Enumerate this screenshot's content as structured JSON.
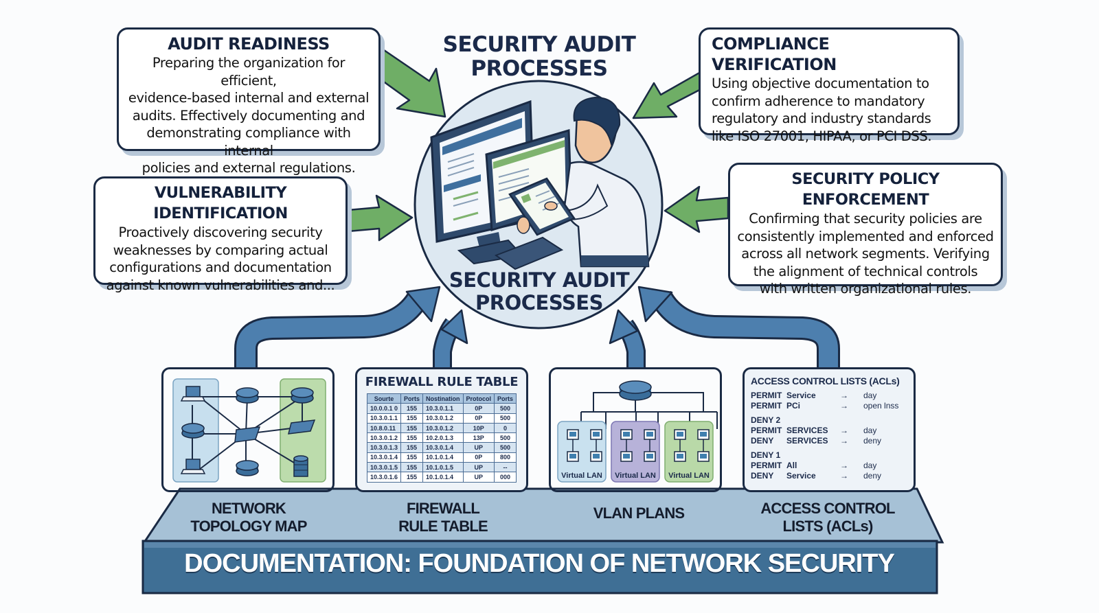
{
  "title": "SECURITY AUDIT PROCESSES",
  "center": {
    "title_top_line1": "SECURITY AUDIT",
    "title_top_line2": "PROCESSES",
    "circle_title_line1": "SECURITY AUDIT",
    "circle_title_line2": "PROCESSES",
    "illustration": "auditor-at-workstation"
  },
  "process_cards": [
    {
      "id": "audit-readiness",
      "title": "AUDIT READINESS",
      "lines": [
        "Preparing the organization for efficient,",
        "evidence-based internal and external",
        "audits. Effectively documenting and",
        "demonstrating compliance with internal",
        "policies and external regulations."
      ]
    },
    {
      "id": "compliance-verification",
      "title": "COMPLIANCE VERIFICATION",
      "lines": [
        "Using objective documentation to",
        "confirm adherence to mandatory",
        "regulatory and industry standards",
        "like ISO 27001, HIPAA, or PCI DSS."
      ]
    },
    {
      "id": "vulnerability-identification",
      "title": "VULNERABILITY IDENTIFICATION",
      "lines": [
        "Proactively discovering security",
        "weaknesses by comparing actual",
        "configurations and documentation",
        "against known vulnerabilities and..."
      ]
    },
    {
      "id": "security-policy-enforcement",
      "title": "SECURITY POLICY ENFORCEMENT",
      "lines": [
        "Confirming that security policies are",
        "consistently implemented and enforced",
        "across all network segments. Verifying",
        "the alignment of technical controls",
        "with written organizational rules."
      ]
    }
  ],
  "documents": {
    "topology": {
      "label_line1": "NETWORK",
      "label_line2": "TOPOLOGY MAP"
    },
    "firewall": {
      "panel_title": "FIREWALL RULE TABLE",
      "label_line1": "FIREWALL",
      "label_line2": "RULE TABLE",
      "columns": [
        "Sourte",
        "Ports",
        "Nostination",
        "Protocol",
        "Ports"
      ],
      "rows": [
        [
          "10.0.0.1 0",
          "155",
          "10.3.0.1.1",
          "0P",
          "500"
        ],
        [
          "10.3.0.1.1",
          "155",
          "10.3.0.1.2",
          "0P",
          "500"
        ],
        [
          "10.8.0.11",
          "155",
          "10.3.0.1.2",
          "10P",
          "0"
        ],
        [
          "10.3.0.1.2",
          "155",
          "10.2.0.1.3",
          "13P",
          "500"
        ],
        [
          "10.3.0.1.3",
          "155",
          "10.3.0.1.4",
          "UP",
          "500"
        ],
        [
          "10.3.0.1.4",
          "155",
          "10.1.0.1.4",
          "0P",
          "800"
        ],
        [
          "10.3.0.1.5",
          "155",
          "10.1.0.1.5",
          "UP",
          "--"
        ],
        [
          "10.3.0.1.6",
          "155",
          "10.1.0.1.4",
          "UP",
          "000"
        ]
      ]
    },
    "vlan": {
      "label": "VLAN PLANS",
      "groups": [
        "Virtual LAN",
        "Virtual LAN",
        "Virtual LAN"
      ],
      "group_colors": [
        "#c9e1ef",
        "#b7b2d9",
        "#b9d9a8"
      ]
    },
    "acl": {
      "panel_title": "ACCESS CONTROL LISTS (ACLs)",
      "label_line1": "ACCESS CONTROL",
      "label_line2": "LISTS (ACLs)",
      "groups": [
        {
          "header": "",
          "rules": [
            {
              "action": "PERMIT",
              "target": "Service",
              "arrow": "→",
              "result": "day"
            },
            {
              "action": "PERMIT",
              "target": "PCi",
              "arrow": "→",
              "result": "open lnss"
            }
          ]
        },
        {
          "header": "DENY 2",
          "rules": [
            {
              "action": "PERMIT",
              "target": "SERVICES",
              "arrow": "→",
              "result": "day"
            },
            {
              "action": "DENY",
              "target": "SERVICES",
              "arrow": "→",
              "result": "deny"
            }
          ]
        },
        {
          "header": "DENY 1",
          "rules": [
            {
              "action": "PERMIT",
              "target": "All",
              "arrow": "→",
              "result": "day"
            },
            {
              "action": "DENY",
              "target": "Service",
              "arrow": "→",
              "result": "deny"
            }
          ]
        }
      ]
    }
  },
  "foundation": {
    "banner": "DOCUMENTATION: FOUNDATION OF NETWORK SECURITY"
  },
  "colors": {
    "navy": "#1a2a44",
    "arrow_green": "#6fae66",
    "arrow_blue": "#4d7fae",
    "plinth_light": "#a6c1d6",
    "plinth_dark": "#3f6f95",
    "circle_fill": "#dde8f1"
  }
}
